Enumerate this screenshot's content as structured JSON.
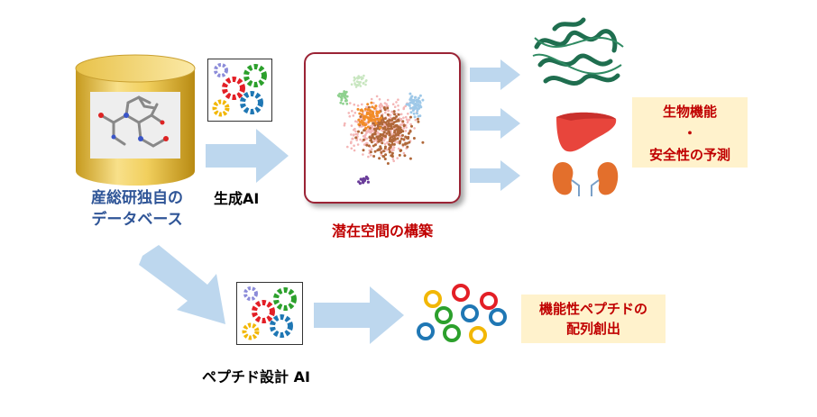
{
  "database": {
    "line1": "産総研独自の",
    "line2": "データベース"
  },
  "generative_ai": {
    "label": "生成AI"
  },
  "latent_space": {
    "label": "潜在空間の構築"
  },
  "prediction": {
    "line1": "生物機能",
    "line2": "・",
    "line3": "安全性の予測"
  },
  "peptide_ai": {
    "label": "ペプチド設計 AI"
  },
  "peptide_output": {
    "line1": "機能性ペプチドの",
    "line2": "配列創出"
  },
  "colors": {
    "arrow": "#bdd7ee",
    "title_blue": "#2f5597",
    "title_red": "#c00000",
    "highlight_bg": "#fff2cc",
    "gear_red": "#e31f26",
    "gear_green": "#2ca02c",
    "gear_blue": "#1f77b4",
    "gear_yellow": "#f2b705",
    "gear_purple": "#8c8cd9"
  }
}
